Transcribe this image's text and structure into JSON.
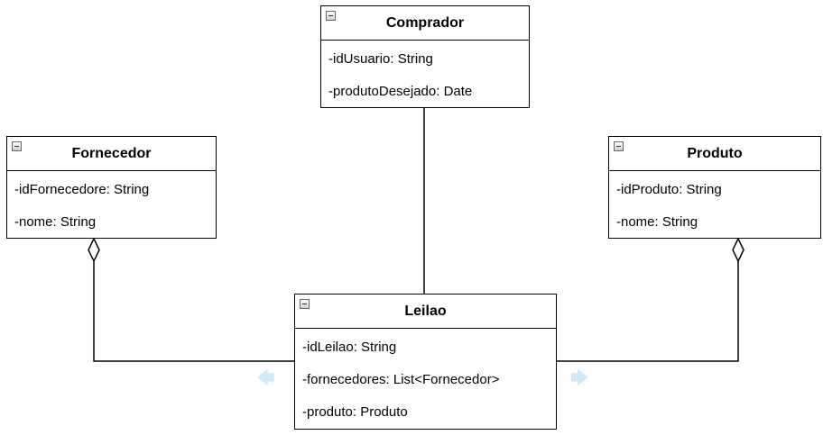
{
  "diagram": {
    "classes": {
      "comprador": {
        "name": "Comprador",
        "attributes": [
          "-idUsuario: String",
          "-produtoDesejado: Date"
        ]
      },
      "fornecedor": {
        "name": "Fornecedor",
        "attributes": [
          "-idFornecedore: String",
          "-nome: String"
        ]
      },
      "produto": {
        "name": "Produto",
        "attributes": [
          "-idProduto: String",
          "-nome: String"
        ]
      },
      "leilao": {
        "name": "Leilao",
        "attributes": [
          "-idLeilao: String",
          "-fornecedores: List<Fornecedor>",
          "-produto: Produto"
        ]
      }
    },
    "relations": [
      {
        "from": "Comprador",
        "to": "Leilao",
        "type": "association"
      },
      {
        "from": "Leilao",
        "to": "Fornecedor",
        "type": "aggregation"
      },
      {
        "from": "Leilao",
        "to": "Produto",
        "type": "aggregation"
      }
    ],
    "colors": {
      "line": "#000000",
      "background": "#ffffff",
      "hover_arrow": "#cfe9f6"
    }
  }
}
